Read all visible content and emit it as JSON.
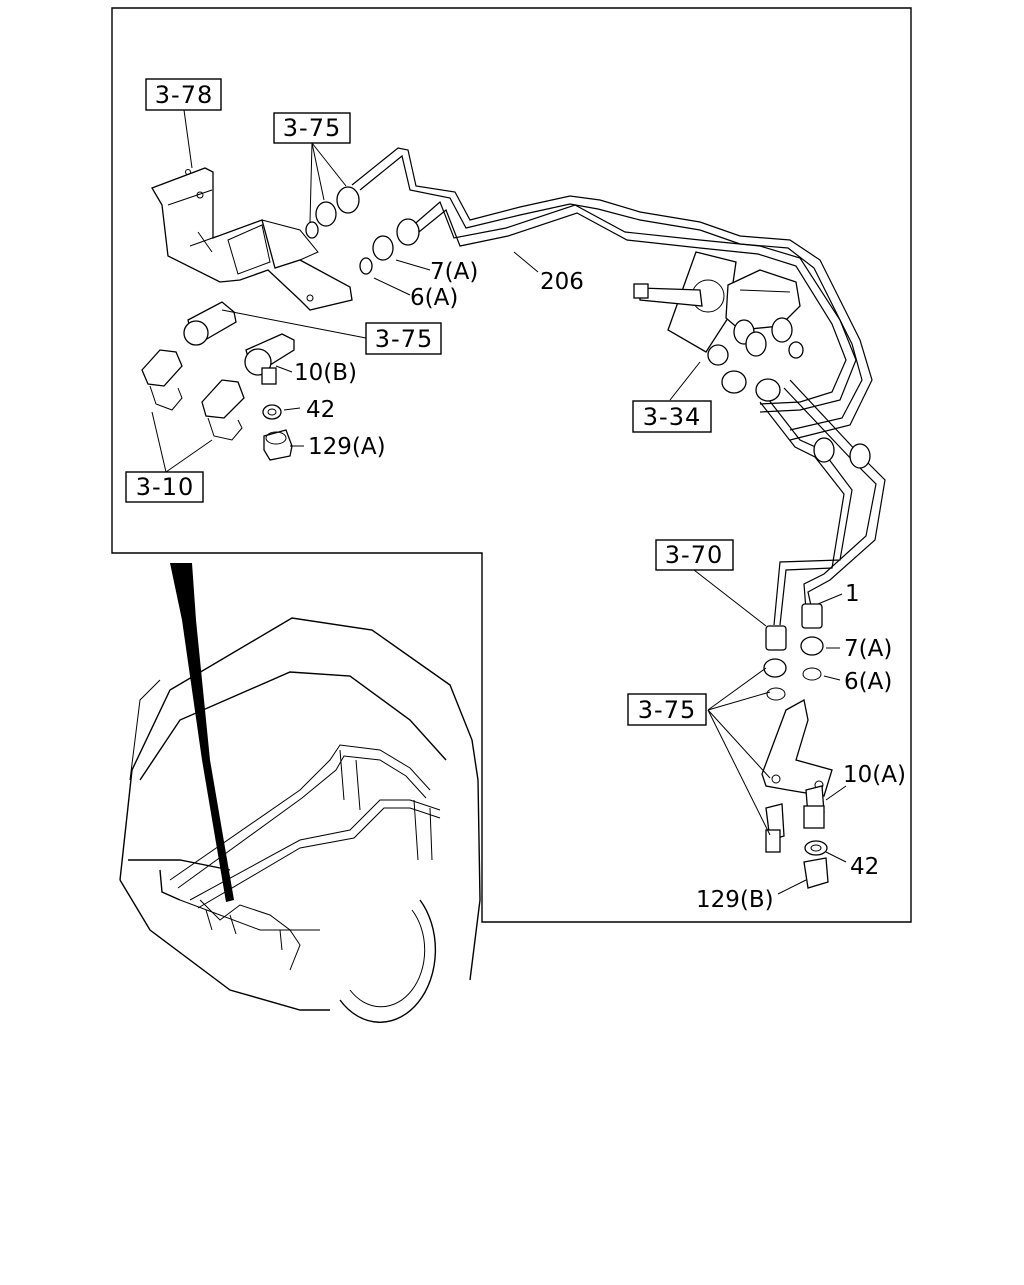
{
  "diagram": {
    "ref_boxes": {
      "r378": "3-78",
      "r375_top": "3-75",
      "r375_mid": "3-75",
      "r310": "3-10",
      "r334": "3-34",
      "r370": "3-70",
      "r375_low": "3-75"
    },
    "labels": {
      "l7a_top": "7(A)",
      "l206": "206",
      "l6a_top": "6(A)",
      "l10b": "10(B)",
      "l42_left": "42",
      "l129a": "129(A)",
      "l1": "1",
      "l7a_right": "7(A)",
      "l6a_right": "6(A)",
      "l10a": "10(A)",
      "l42_right": "42",
      "l129b": "129(B)"
    }
  }
}
